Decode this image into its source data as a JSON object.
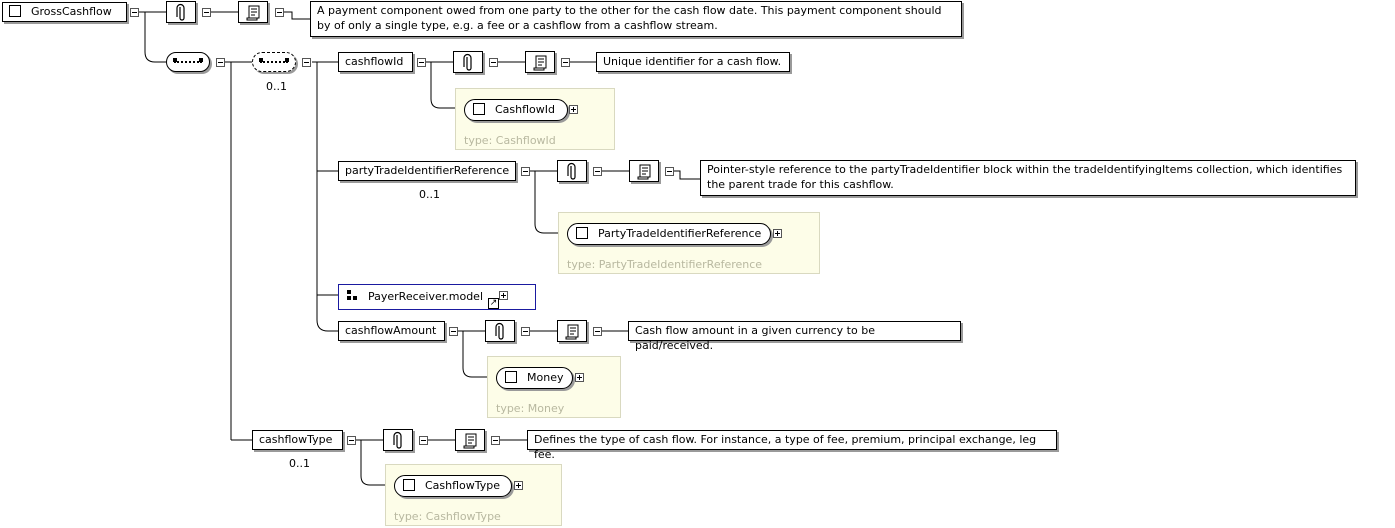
{
  "root": {
    "name": "GrossCashflow",
    "doc": "A payment component owed from one party to the other for the cash flow date. This payment component should by of only a single type, e.g. a fee or a cashflow from a cashflow stream."
  },
  "inner_sequence": {
    "cardinality": "0..1"
  },
  "elements": {
    "cashflowId": {
      "name": "cashflowId",
      "doc": "Unique identifier for a cash flow.",
      "type_name": "CashflowId",
      "type_label": "type: CashflowId"
    },
    "partyTradeIdentifierReference": {
      "name": "partyTradeIdentifierReference",
      "cardinality": "0..1",
      "doc": "Pointer-style reference to the partyTradeIdentifier block within the tradeIdentifyingItems collection, which identifies the parent trade for this cashflow.",
      "type_name": "PartyTradeIdentifierReference",
      "type_label": "type: PartyTradeIdentifierReference"
    },
    "payerReceiver": {
      "name": "PayerReceiver.model"
    },
    "cashflowAmount": {
      "name": "cashflowAmount",
      "doc": "Cash flow amount in a given currency to be paid/received.",
      "type_name": "Money",
      "type_label": "type: Money"
    },
    "cashflowType": {
      "name": "cashflowType",
      "cardinality": "0..1",
      "doc": "Defines the type of cash flow. For instance, a type of fee, premium, principal exchange, leg fee.",
      "type_name": "CashflowType",
      "type_label": "type: CashflowType"
    }
  },
  "icons": {
    "annotation": "paperclip-icon",
    "documentation": "scroll-icon",
    "group": "model-group-icon",
    "reference": "reference-arrow-icon"
  }
}
